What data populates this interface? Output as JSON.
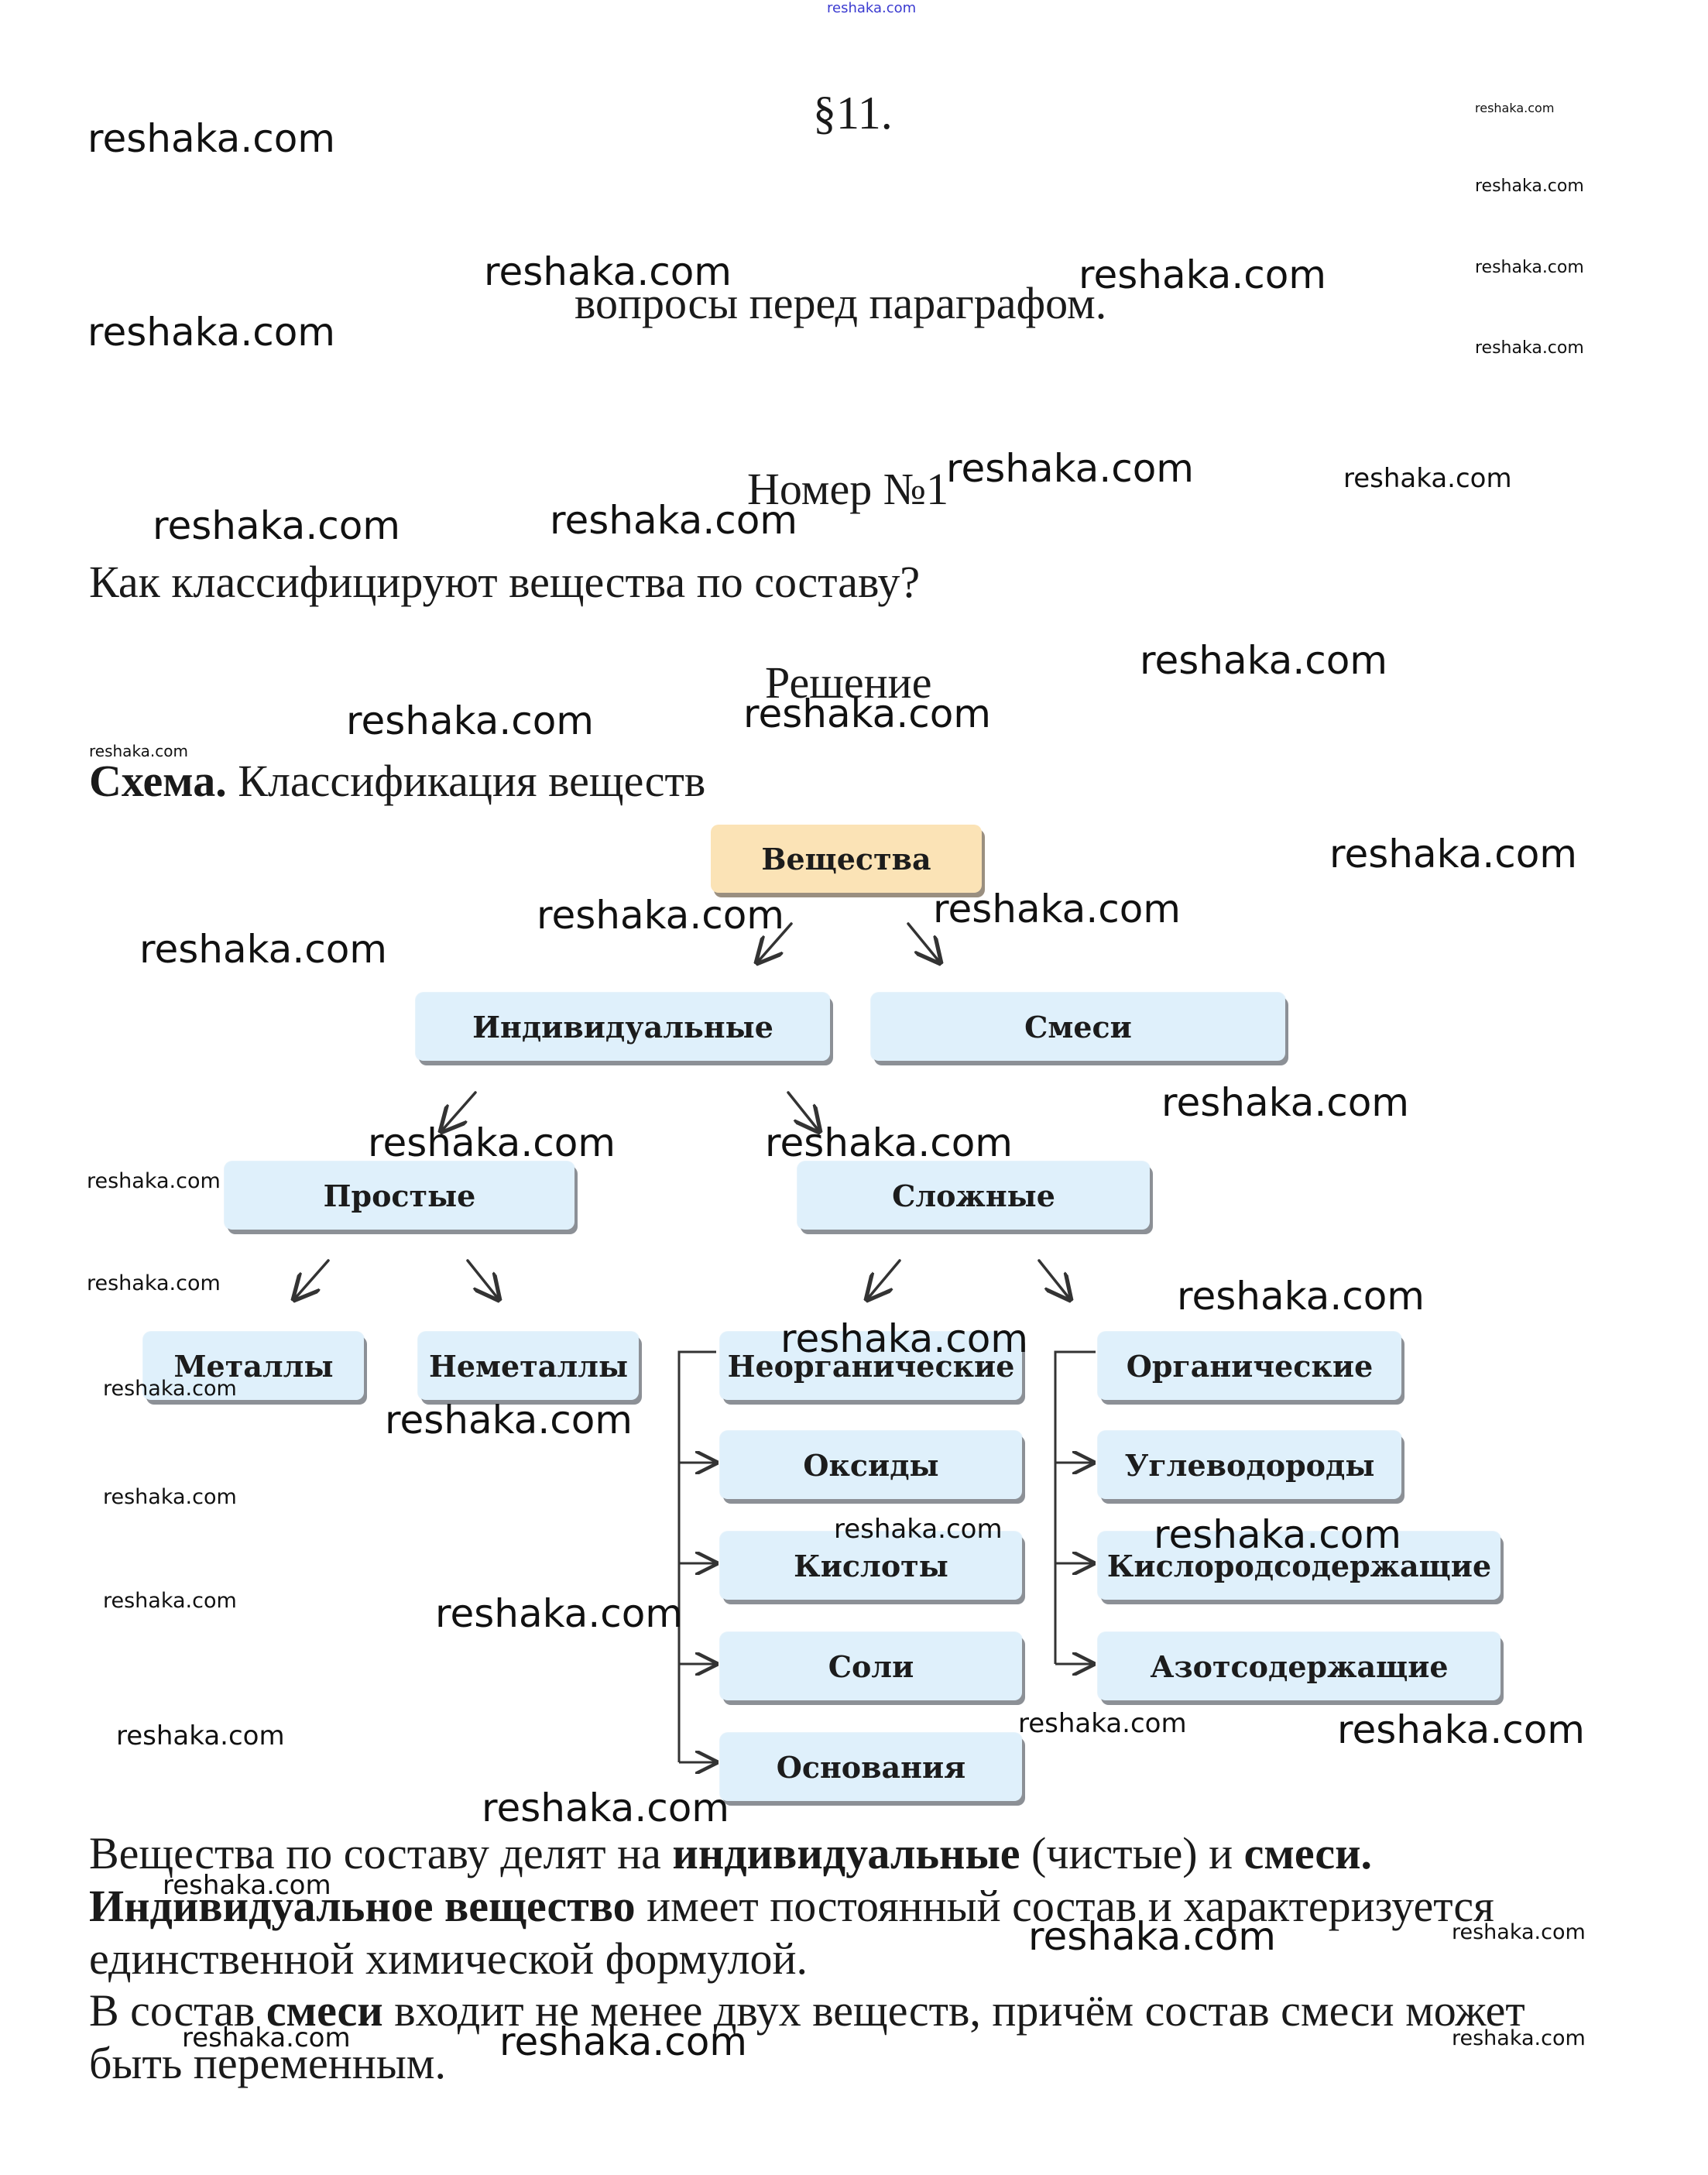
{
  "header": {
    "top_watermark": "reshaka.com",
    "section": "§11.",
    "subtitle": "вопросы перед параграфом.",
    "question_number": "Номер №1",
    "question": "Как классифицируют вещества по составу?",
    "solution_label": "Решение",
    "scheme_bold": "Схема.",
    "scheme_title": " Классификация веществ"
  },
  "diagram": {
    "root": "Вещества",
    "level1": [
      "Индивидуальные",
      "Смеси"
    ],
    "level2": [
      "Простые",
      "Сложные"
    ],
    "simple": [
      "Металлы",
      "Неметаллы"
    ],
    "complex": [
      "Неорганические",
      "Органические"
    ],
    "inorganic_children": [
      "Оксиды",
      "Кислоты",
      "Соли",
      "Основания"
    ],
    "organic_children": [
      "Углеводороды",
      "Кислородсодержащие",
      "Азотсодержащие"
    ],
    "colors": {
      "root_fill": "#fbe3b6",
      "node_fill": "#dff0fb",
      "shadow": "#8c9096"
    }
  },
  "answer": {
    "p1": {
      "t1": "Вещества по составу делят на ",
      "b1": "индивидуальные",
      "t2": " (чистые) и ",
      "b2": "смеси."
    },
    "p2": {
      "b1": "Индивидуальное вещество",
      "t1": " имеет постоянный состав и характеризуется единственной химической формулой."
    },
    "p3": {
      "t1": "В состав ",
      "b1": "смеси",
      "t2": " входит не менее двух веществ, причём состав смеси может быть переменным."
    }
  },
  "watermark": "reshaka.com"
}
